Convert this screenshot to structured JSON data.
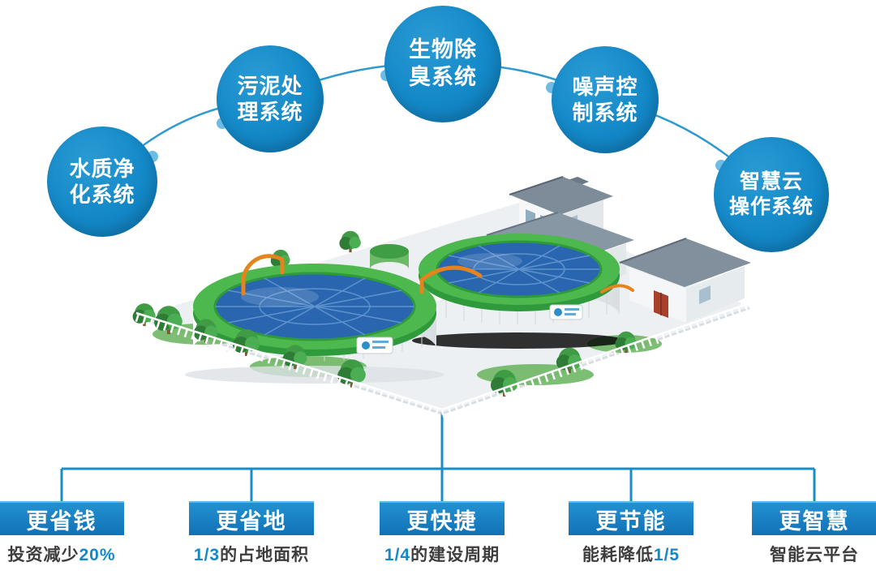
{
  "bubbles": [
    {
      "line1": "水质净",
      "line2": "化系统"
    },
    {
      "line1": "污泥处",
      "line2": "理系统"
    },
    {
      "line1": "生物除",
      "line2": "臭系统"
    },
    {
      "line1": "噪声控",
      "line2": "制系统"
    },
    {
      "line1": "智慧云",
      "line2": "操作系统"
    }
  ],
  "benefits": [
    {
      "title": "更省钱",
      "desc_prefix": "投资减少",
      "desc_highlight": "20%",
      "desc_suffix": ""
    },
    {
      "title": "更省地",
      "desc_prefix": "",
      "desc_highlight": "1/3",
      "desc_suffix": "的占地面积"
    },
    {
      "title": "更快捷",
      "desc_prefix": "",
      "desc_highlight": "1/4",
      "desc_suffix": "的建设周期"
    },
    {
      "title": "更节能",
      "desc_prefix": "能耗降低",
      "desc_highlight": "1/5",
      "desc_suffix": ""
    },
    {
      "title": "更智慧",
      "desc_prefix": "智能云平台",
      "desc_highlight": "",
      "desc_suffix": ""
    }
  ],
  "colors": {
    "bubble_blue": "#1489c8",
    "box_blue_top": "#2291d1",
    "box_blue_bottom": "#1172b6",
    "connector_blue": "#2e9ad0",
    "highlight_blue": "#1489c8",
    "desc_text_dark": "#3d3d3d",
    "tank_rim_green": "#4db84e",
    "tank_top_blue": "#2a66af"
  }
}
